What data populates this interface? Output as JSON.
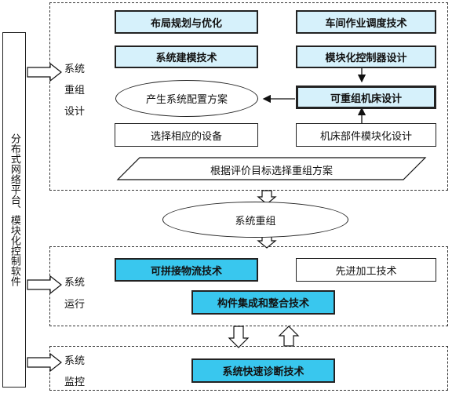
{
  "sidebar": {
    "label": "分布式网络平台、模块化控制软件"
  },
  "sections": {
    "redesign": {
      "label_1": "系统",
      "label_2": "重组",
      "label_3": "设计"
    },
    "operation": {
      "label_1": "系统",
      "label_2": "运行"
    },
    "monitoring": {
      "label_1": "系统",
      "label_2": "监控"
    }
  },
  "boxes": {
    "layout_planning": "布局规划与优化",
    "workshop_scheduling": "车间作业调度技术",
    "system_modeling": "系统建模技术",
    "modular_controller": "模块化控制器设计",
    "generate_config": "产生系统配置方案",
    "reconfigurable_machine": "可重组机床设计",
    "select_equipment": "选择相应的设备",
    "machine_modular": "机床部件模块化设计",
    "select_scheme": "根据评价目标选择重组方案",
    "system_reorganization": "系统重组",
    "material_flow": "可拼接物流技术",
    "advanced_processing": "先进加工技术",
    "component_integration": "构件集成和整合技术",
    "fast_diagnosis": "系统快速诊断技术"
  },
  "colors": {
    "light_blue": "#d6f1fb",
    "cyan": "#39c7ee",
    "border": "#222222"
  }
}
